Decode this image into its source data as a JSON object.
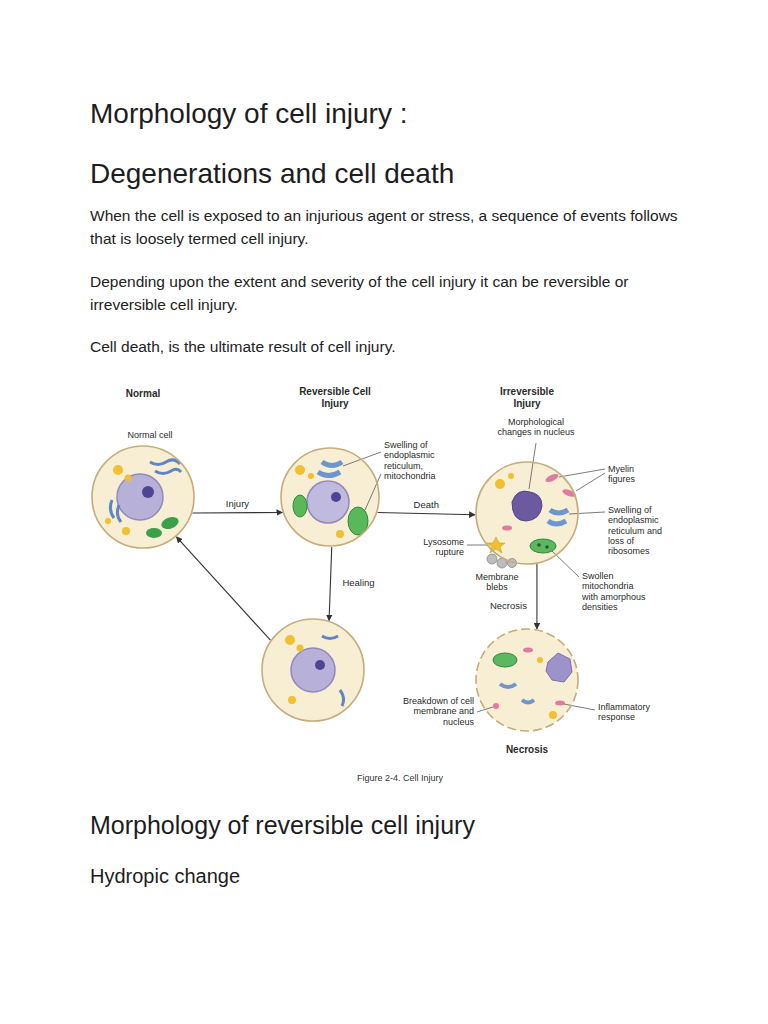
{
  "diagram": {
    "title": "Morphology of cell injury :",
    "caption": "Figure 2-4. Cell Injury",
    "nodes": [
      {
        "text": [
          "Normal",
          "Normal cell"
        ]
      },
      {
        "text": [
          "Reversible Cell Injury"
        ]
      },
      {
        "text": [
          "Irreversible Injury"
        ]
      },
      {
        "text": []
      },
      {
        "text": [
          "Necrosis"
        ]
      }
    ],
    "edges": [
      {
        "from": 0,
        "to": 1,
        "label": "Injury",
        "arrow": "to"
      },
      {
        "from": 1,
        "to": 2,
        "label": "Death",
        "arrow": "to"
      },
      {
        "from": 1,
        "to": 3,
        "label": "Healing",
        "arrow": "to"
      },
      {
        "from": 3,
        "to": 0,
        "arrow": "to"
      },
      {
        "from": 2,
        "to": 4,
        "label": "Necrosis",
        "arrow": "to"
      }
    ],
    "labels": [
      "Degenerations and cell death",
      "When the cell is exposed to an injurious agent or stress, a sequence of events follows that is loosely termed cell injury.",
      "Depending upon the extent and severity of the cell injury it can be reversible or irreversible cell injury.",
      "Cell death, is the ultimate result of cell injury.",
      "Swelling of endoplasmic reticulum, mitochondria",
      "Morphological changes in nucleus",
      "Myelin figures",
      "Swelling of endoplasmic reticulum and loss of ribosomes",
      "Lysosome rupture",
      "Membrane blebs",
      "Swollen mitochondria with amorphous densities",
      "Breakdown of cell membrane and nucleus",
      "Inflammatory response",
      "Morphology of reversible cell injury",
      "Hydropic change"
    ]
  }
}
